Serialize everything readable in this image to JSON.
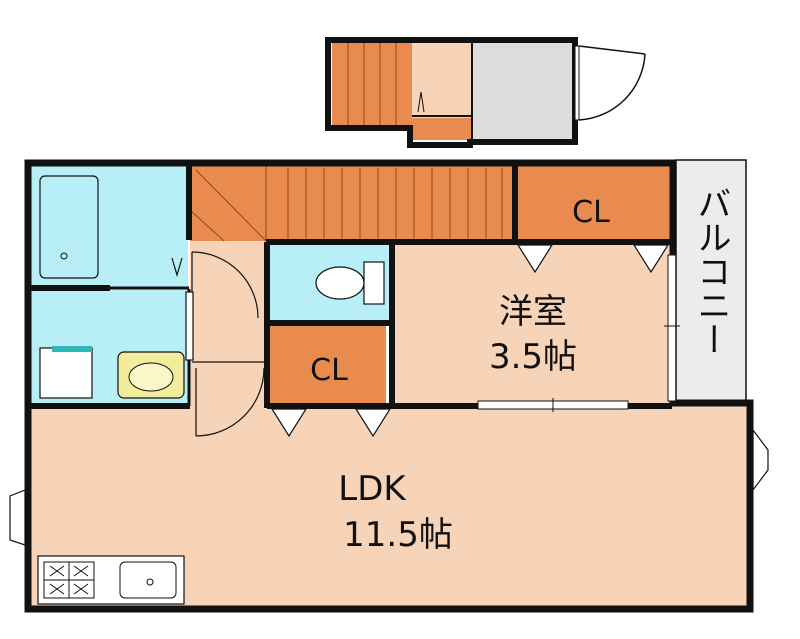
{
  "rooms": {
    "ldk": {
      "name": "LDK",
      "size": "11.5帖"
    },
    "western": {
      "name": "洋室",
      "size": "3.5帖"
    },
    "closet_top": {
      "name": "CL"
    },
    "closet_small": {
      "name": "CL"
    },
    "balcony": {
      "name": "バルコニー"
    }
  },
  "colors": {
    "wall": "#111111",
    "ldk_floor": "#f7d4b8",
    "stair": "#e98a4e",
    "closet": "#e98a4e",
    "wet_area": "#b8eef6",
    "balcony": "#ececec",
    "entrance": "#dcdcdc",
    "fixture": "#ffffff",
    "basin": "#f3ec9c"
  },
  "icons": [
    "bathtub-icon",
    "toilet-icon",
    "washbasin-icon",
    "washing-machine-icon",
    "stove-icon",
    "kitchen-sink-icon",
    "door-swing-icon"
  ]
}
